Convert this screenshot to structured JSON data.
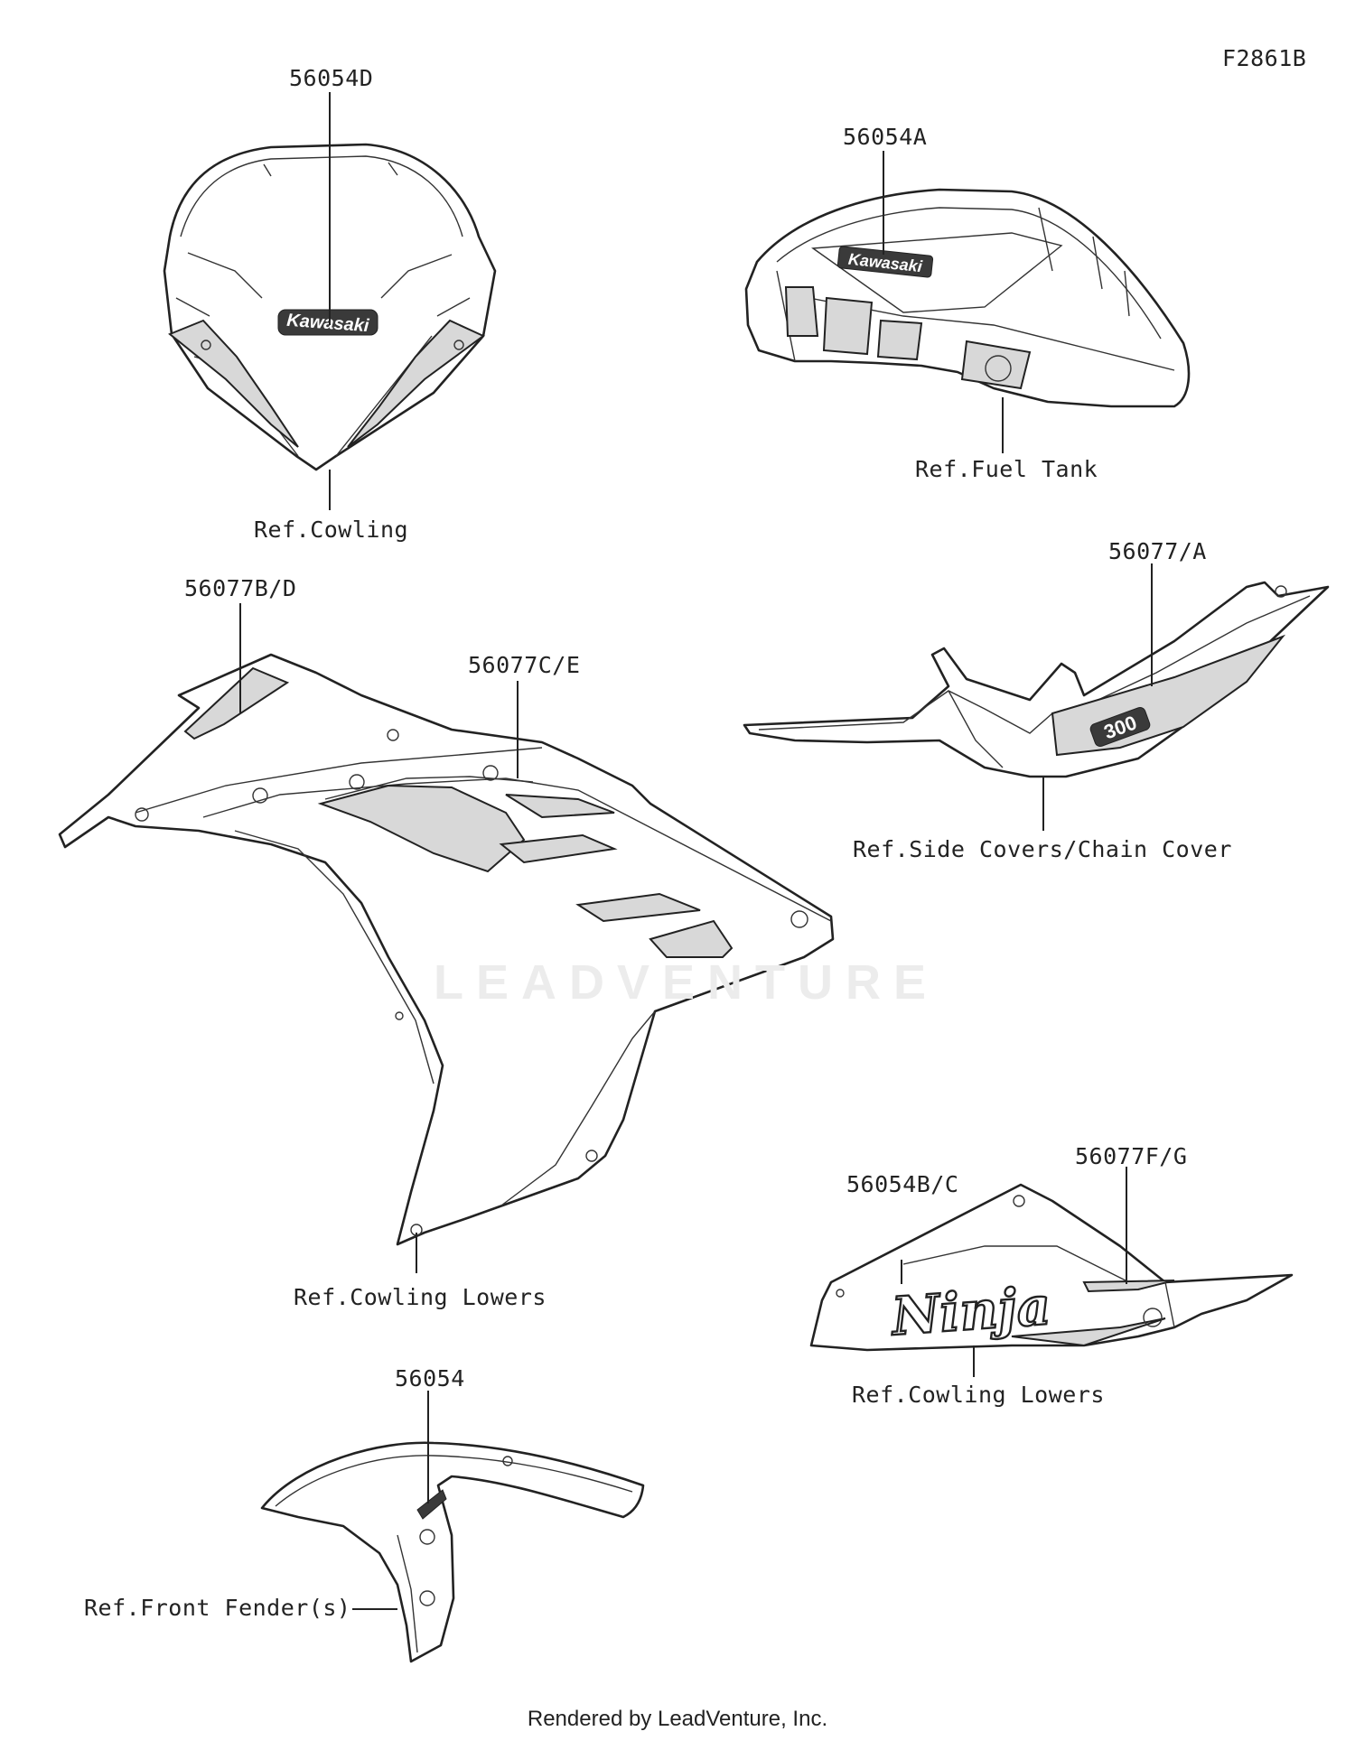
{
  "figure_code": "F2861B",
  "watermark": "LEADVENTURE",
  "footer": "Rendered by LeadVenture, Inc.",
  "decal_text": {
    "kawasaki": "Kawasaki",
    "ninja": "Ninja",
    "model": "300"
  },
  "callouts": [
    {
      "id": "windshield-part",
      "text": "56054D"
    },
    {
      "id": "windshield-ref",
      "text": "Ref.Cowling"
    },
    {
      "id": "tank-part",
      "text": "56054A"
    },
    {
      "id": "tank-ref",
      "text": "Ref.Fuel Tank"
    },
    {
      "id": "cowling-part-1",
      "text": "56077B/D"
    },
    {
      "id": "cowling-part-2",
      "text": "56077C/E"
    },
    {
      "id": "side-cover-part",
      "text": "56077/A"
    },
    {
      "id": "side-cover-ref",
      "text": "Ref.Side Covers/Chain Cover"
    },
    {
      "id": "cowling-ref",
      "text": "Ref.Cowling Lowers"
    },
    {
      "id": "lower-part-1",
      "text": "56054B/C"
    },
    {
      "id": "lower-part-2",
      "text": "56077F/G"
    },
    {
      "id": "lower-ref",
      "text": "Ref.Cowling Lowers"
    },
    {
      "id": "fender-part",
      "text": "56054"
    },
    {
      "id": "fender-ref",
      "text": "Ref.Front Fender(s)"
    }
  ]
}
